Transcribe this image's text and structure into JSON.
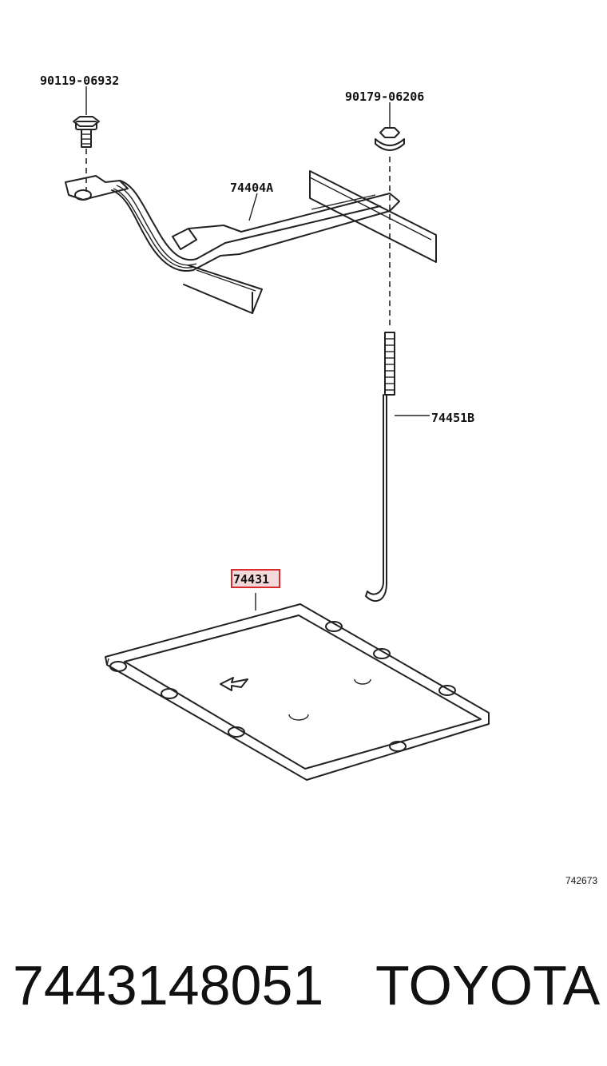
{
  "callouts": {
    "bolt_top_left": "90119-06932",
    "nut_top_right": "90179-06206",
    "clamp": "74404A",
    "rod": "74451B",
    "tray": "74431"
  },
  "highlight": {
    "target": "tray",
    "color": "#d92b2b"
  },
  "reference_id": "742673",
  "footer": {
    "part_number": "7443148051",
    "brand": "TOYOTA"
  }
}
